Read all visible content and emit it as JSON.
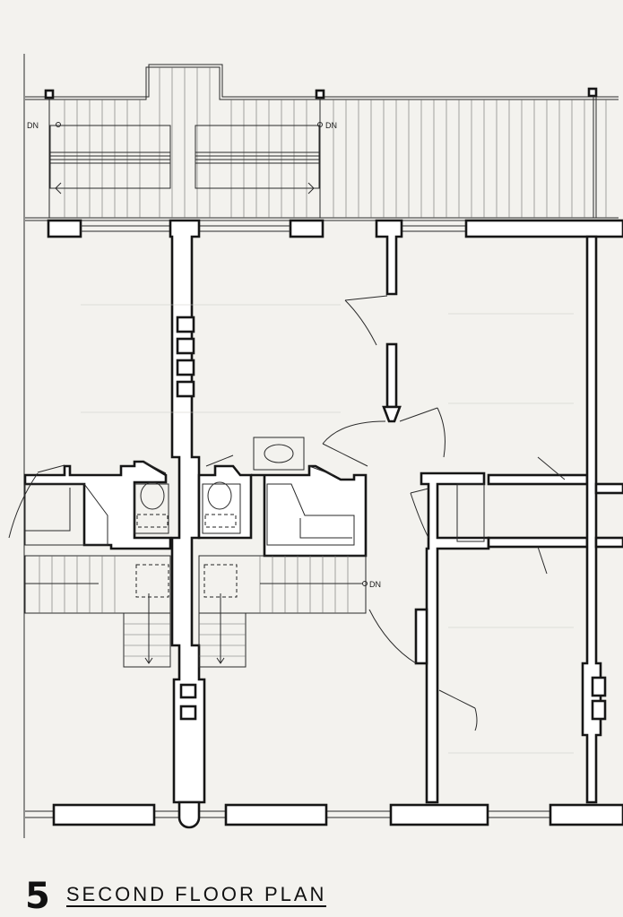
{
  "title": {
    "number": "5",
    "text": "SECOND FLOOR PLAN"
  },
  "labels": {
    "down": "DN"
  },
  "colors": {
    "paper": "#f3f2ee",
    "ink": "#161616"
  }
}
